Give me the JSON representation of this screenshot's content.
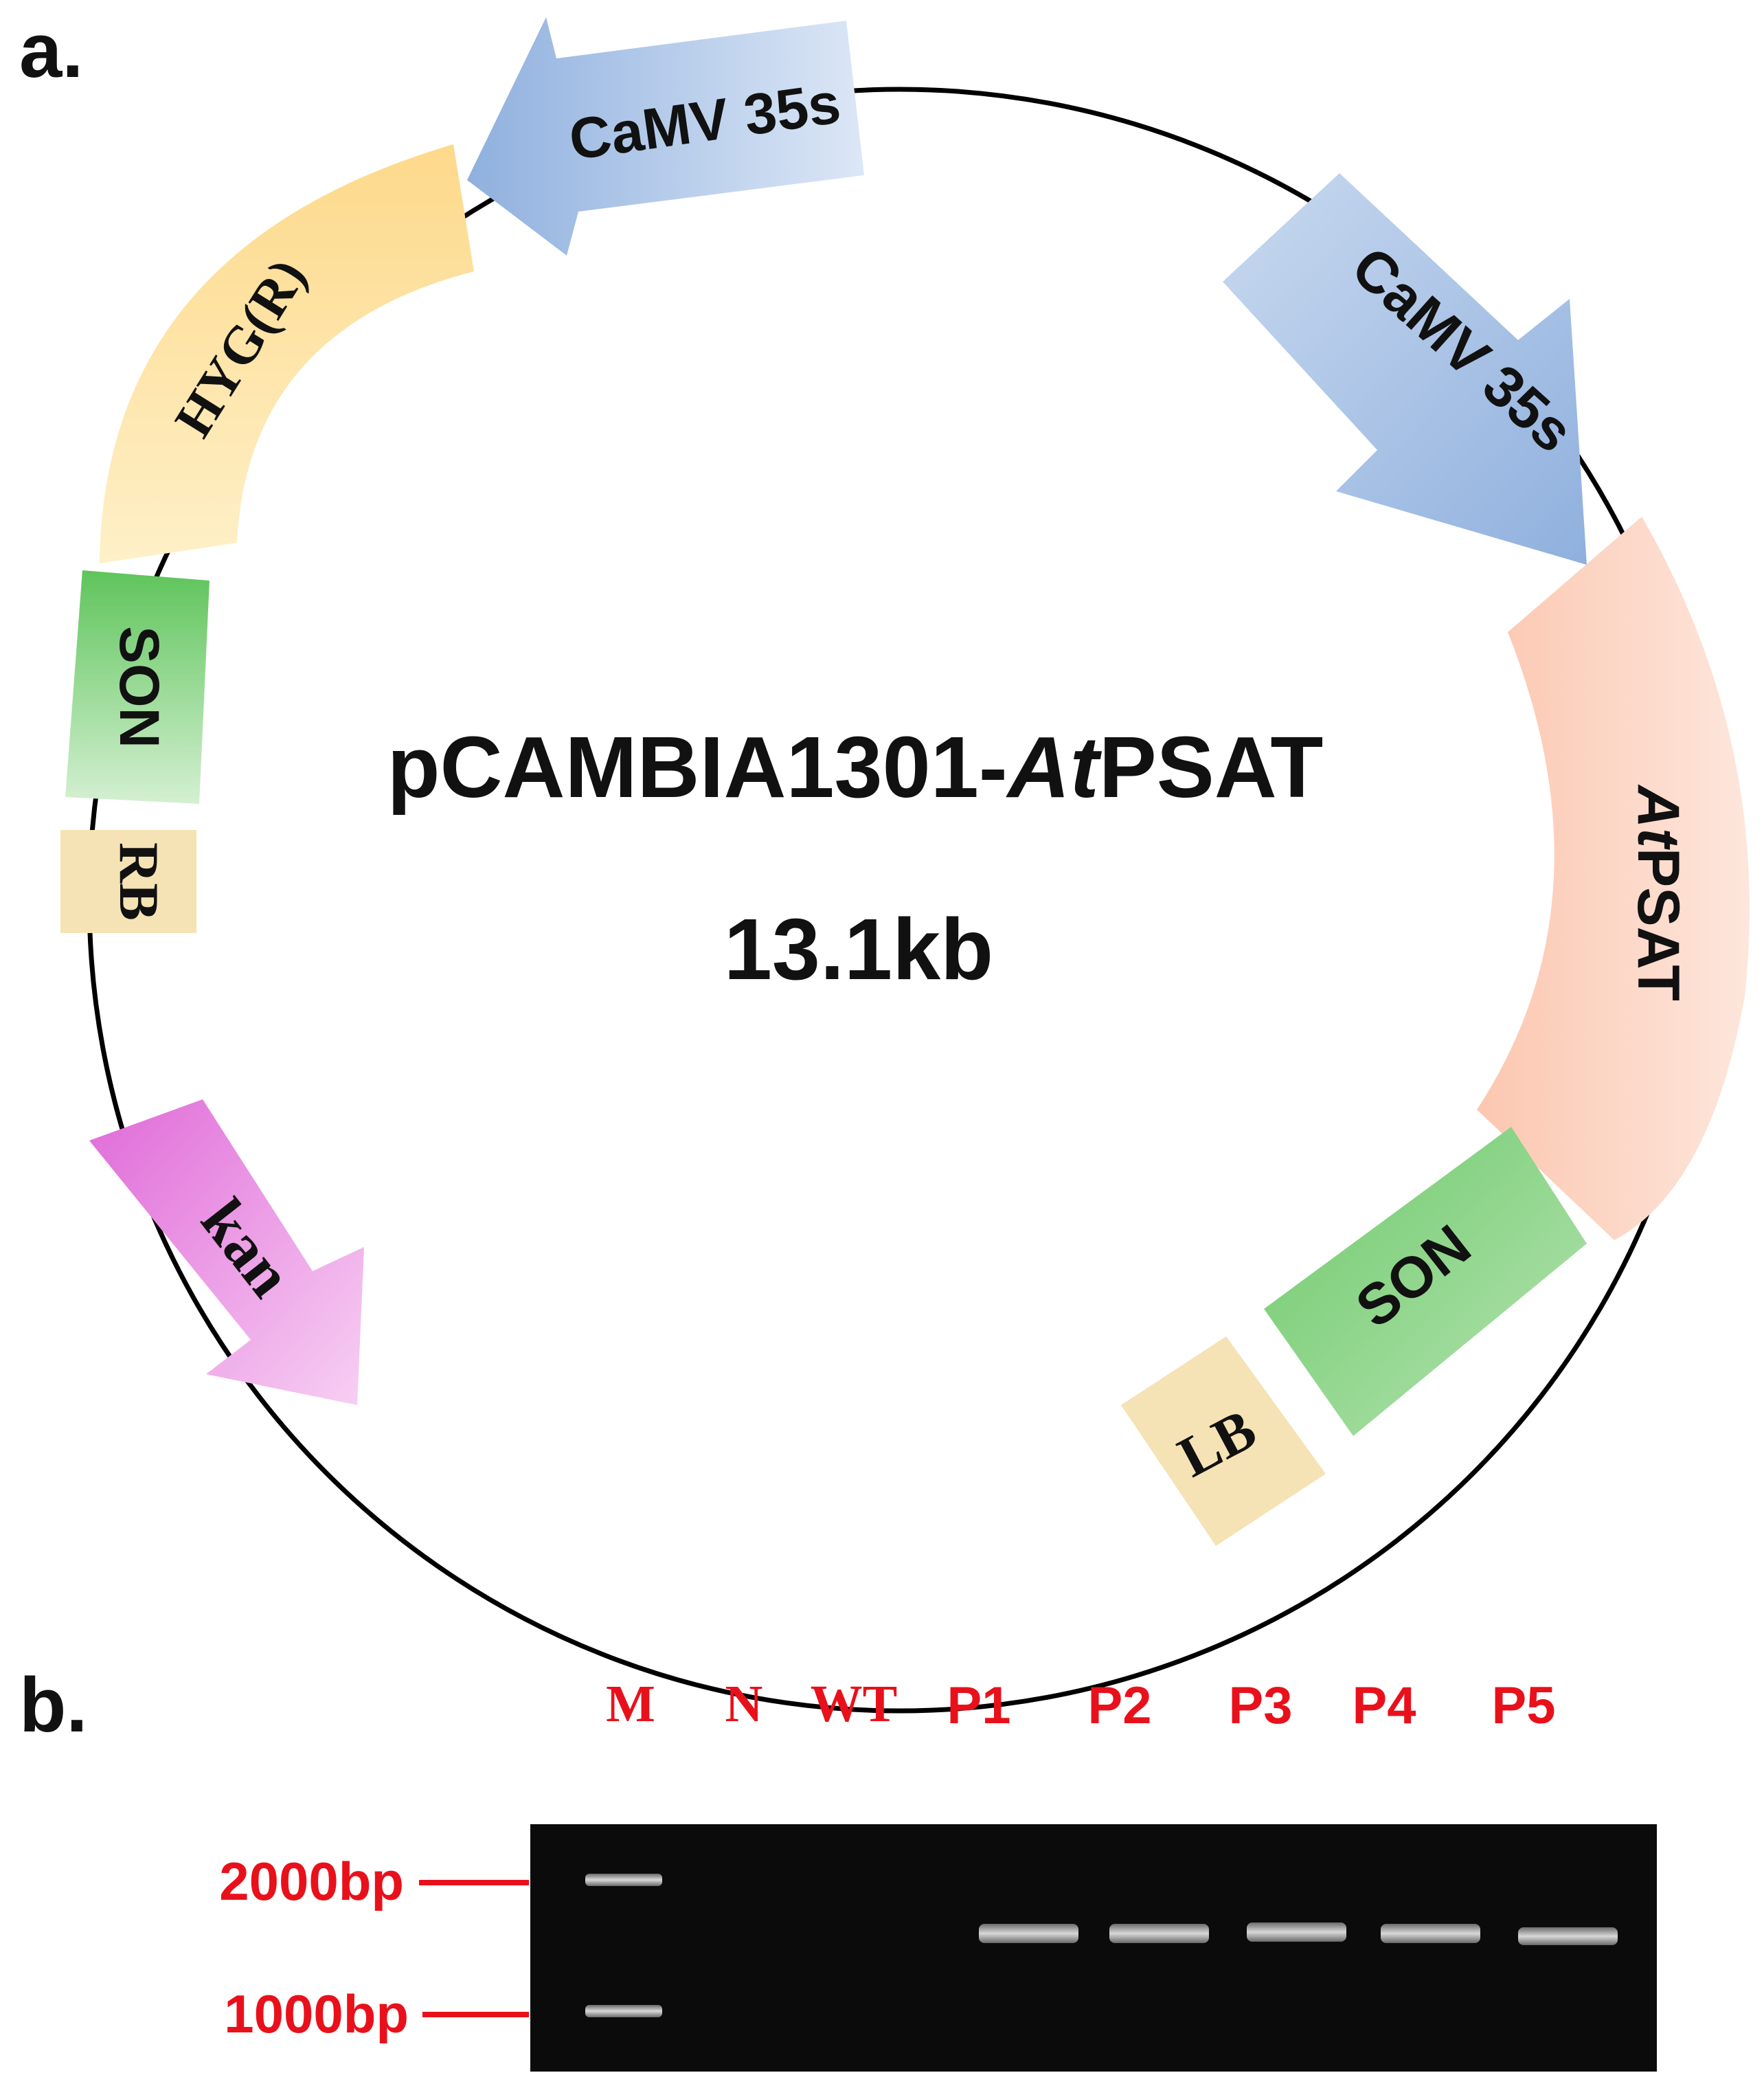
{
  "panel_a": {
    "label": "a.",
    "plasmid": {
      "name_prefix": "pCAMBIA1301-",
      "name_italic": "At",
      "name_suffix": "PSAT",
      "size": "13.1kb"
    },
    "features": [
      {
        "id": "camv35s-top",
        "label": "CaMV 35s",
        "color": "#b8cce8",
        "shape": "arrow-ccw"
      },
      {
        "id": "camv35s-right",
        "label": "CaMV 35s",
        "color": "#b8cce8",
        "shape": "arrow-cw"
      },
      {
        "id": "atpsat",
        "label_italic": "At",
        "label_rest": "PSAT",
        "color": "#fbd6c6",
        "shape": "arc-block"
      },
      {
        "id": "son-right",
        "label": "SON",
        "color": "#8fd38b",
        "shape": "block"
      },
      {
        "id": "lb",
        "label": "LB",
        "color": "#f5e3b5",
        "shape": "block"
      },
      {
        "id": "kan",
        "label": "kan",
        "color": "#ee9ce6",
        "shape": "arrow"
      },
      {
        "id": "rb",
        "label": "RB",
        "color": "#f5e3b5",
        "shape": "block"
      },
      {
        "id": "son-left",
        "label": "SON",
        "color": "#8fd38b",
        "shape": "block"
      },
      {
        "id": "hyg",
        "label": "HYG(R)",
        "color": "#fde3a0",
        "shape": "arc-block"
      }
    ]
  },
  "panel_b": {
    "label": "b.",
    "lanes": [
      "M",
      "N",
      "WT",
      "P1",
      "P2",
      "P3",
      "P4",
      "P5"
    ],
    "markers": [
      "2000bp",
      "1000bp"
    ],
    "label_color": "#e8111b"
  }
}
